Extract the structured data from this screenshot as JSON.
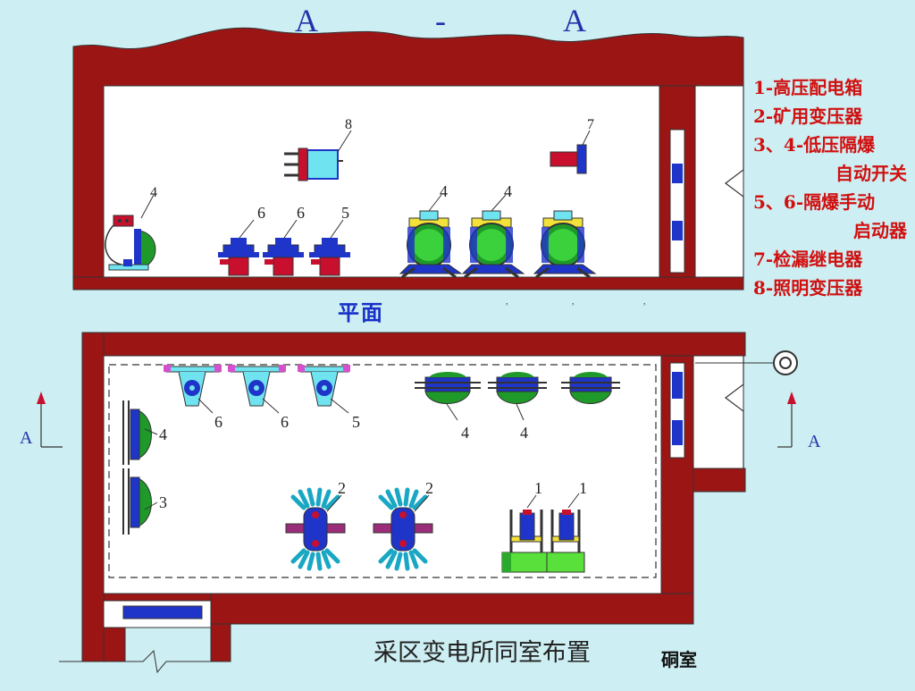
{
  "section_title": "A - A",
  "plan_title": "平面",
  "caption": "采区变电所同室布置",
  "caption_tag": "硐室",
  "legend": [
    {
      "text": "1-高压配电箱",
      "indent": false
    },
    {
      "text": "2-矿用变压器",
      "indent": false
    },
    {
      "text": "3、4-低压隔爆",
      "indent": false
    },
    {
      "text": "自动开关",
      "indent": true
    },
    {
      "text": "5、6-隔爆手动",
      "indent": false
    },
    {
      "text": "启动器",
      "indent": true
    },
    {
      "text": "7-检漏继电器",
      "indent": false
    },
    {
      "text": "8-照明变压器",
      "indent": false
    }
  ],
  "section_labels": {
    "n8": "8",
    "n7": "7",
    "n4a": "4",
    "n6a": "6",
    "n6b": "6",
    "n5": "5",
    "n4b": "4",
    "n4c": "4"
  },
  "plan_labels": {
    "n6a": "6",
    "n6b": "6",
    "n5": "5",
    "n4a": "4",
    "n4b": "4",
    "n4l": "4",
    "n3": "3",
    "n2a": "2",
    "n2b": "2",
    "n1a": "1",
    "n1b": "1"
  },
  "arrow_labels": {
    "left": "A",
    "right": "A"
  },
  "colors": {
    "wall": "#9b1515",
    "bg": "#cdeef2",
    "legend": "#d10f0f",
    "equip_blue": "#1f34c8",
    "equip_green": "#1f9a2a",
    "equip_red": "#c8102e"
  }
}
